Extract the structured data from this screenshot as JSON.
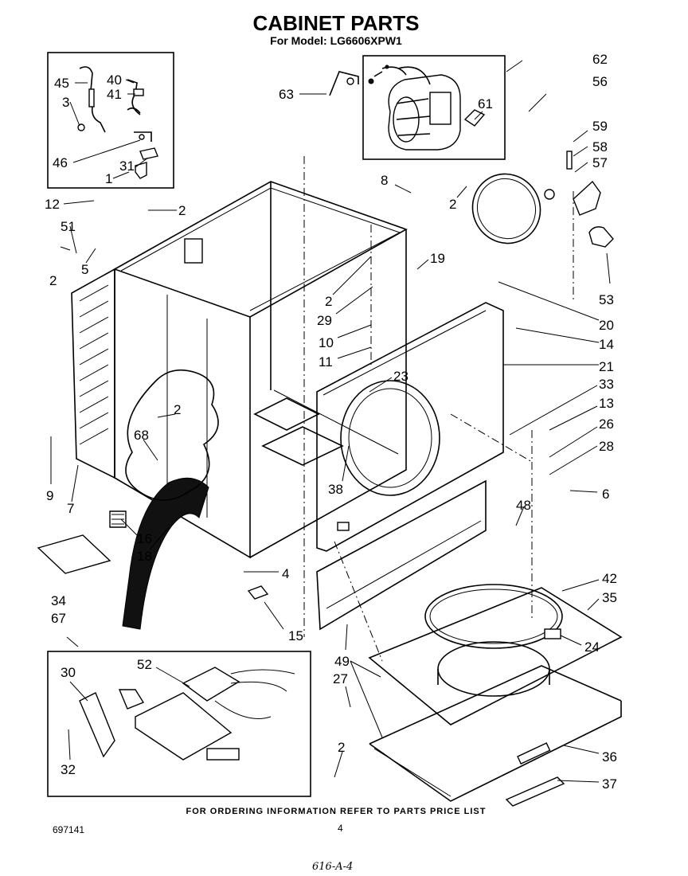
{
  "title": "CABINET PARTS",
  "subtitle": "For Model: LG6606XPW1",
  "footer_note": "FOR ORDERING INFORMATION REFER TO PARTS PRICE LIST",
  "doc_number": "697141",
  "page_number": "4",
  "handwritten": "616-A-4",
  "callouts": [
    {
      "id": "c45",
      "label": "45"
    },
    {
      "id": "c40",
      "label": "40"
    },
    {
      "id": "c41",
      "label": "41"
    },
    {
      "id": "c3",
      "label": "3"
    },
    {
      "id": "c46",
      "label": "46"
    },
    {
      "id": "c31",
      "label": "31"
    },
    {
      "id": "c1",
      "label": "1"
    },
    {
      "id": "c12",
      "label": "12"
    },
    {
      "id": "c2a",
      "label": "2"
    },
    {
      "id": "c51",
      "label": "51"
    },
    {
      "id": "c2b",
      "label": "2"
    },
    {
      "id": "c5",
      "label": "5"
    },
    {
      "id": "c63",
      "label": "63"
    },
    {
      "id": "c62",
      "label": "62"
    },
    {
      "id": "c56",
      "label": "56"
    },
    {
      "id": "c61",
      "label": "61"
    },
    {
      "id": "c59",
      "label": "59"
    },
    {
      "id": "c58",
      "label": "58"
    },
    {
      "id": "c57",
      "label": "57"
    },
    {
      "id": "c8",
      "label": "8"
    },
    {
      "id": "c2c",
      "label": "2"
    },
    {
      "id": "c19",
      "label": "19"
    },
    {
      "id": "c2d",
      "label": "2"
    },
    {
      "id": "c29",
      "label": "29"
    },
    {
      "id": "c53",
      "label": "53"
    },
    {
      "id": "c20",
      "label": "20"
    },
    {
      "id": "c14",
      "label": "14"
    },
    {
      "id": "c10",
      "label": "10"
    },
    {
      "id": "c11",
      "label": "11"
    },
    {
      "id": "c21",
      "label": "21"
    },
    {
      "id": "c23",
      "label": "23"
    },
    {
      "id": "c33",
      "label": "33"
    },
    {
      "id": "c13",
      "label": "13"
    },
    {
      "id": "c26",
      "label": "26"
    },
    {
      "id": "c2e",
      "label": "2"
    },
    {
      "id": "c68",
      "label": "68"
    },
    {
      "id": "c28",
      "label": "28"
    },
    {
      "id": "c9",
      "label": "9"
    },
    {
      "id": "c7",
      "label": "7"
    },
    {
      "id": "c38",
      "label": "38"
    },
    {
      "id": "c6",
      "label": "6"
    },
    {
      "id": "c48",
      "label": "48"
    },
    {
      "id": "c16",
      "label": "16"
    },
    {
      "id": "c18",
      "label": "18"
    },
    {
      "id": "c4",
      "label": "4"
    },
    {
      "id": "c42",
      "label": "42"
    },
    {
      "id": "c34",
      "label": "34"
    },
    {
      "id": "c35",
      "label": "35"
    },
    {
      "id": "c67",
      "label": "67"
    },
    {
      "id": "c15",
      "label": "15"
    },
    {
      "id": "c24",
      "label": "24"
    },
    {
      "id": "c49",
      "label": "49"
    },
    {
      "id": "c52",
      "label": "52"
    },
    {
      "id": "c30",
      "label": "30"
    },
    {
      "id": "c27",
      "label": "27"
    },
    {
      "id": "c2f",
      "label": "2"
    },
    {
      "id": "c32",
      "label": "32"
    },
    {
      "id": "c36",
      "label": "36"
    },
    {
      "id": "c37",
      "label": "37"
    }
  ]
}
